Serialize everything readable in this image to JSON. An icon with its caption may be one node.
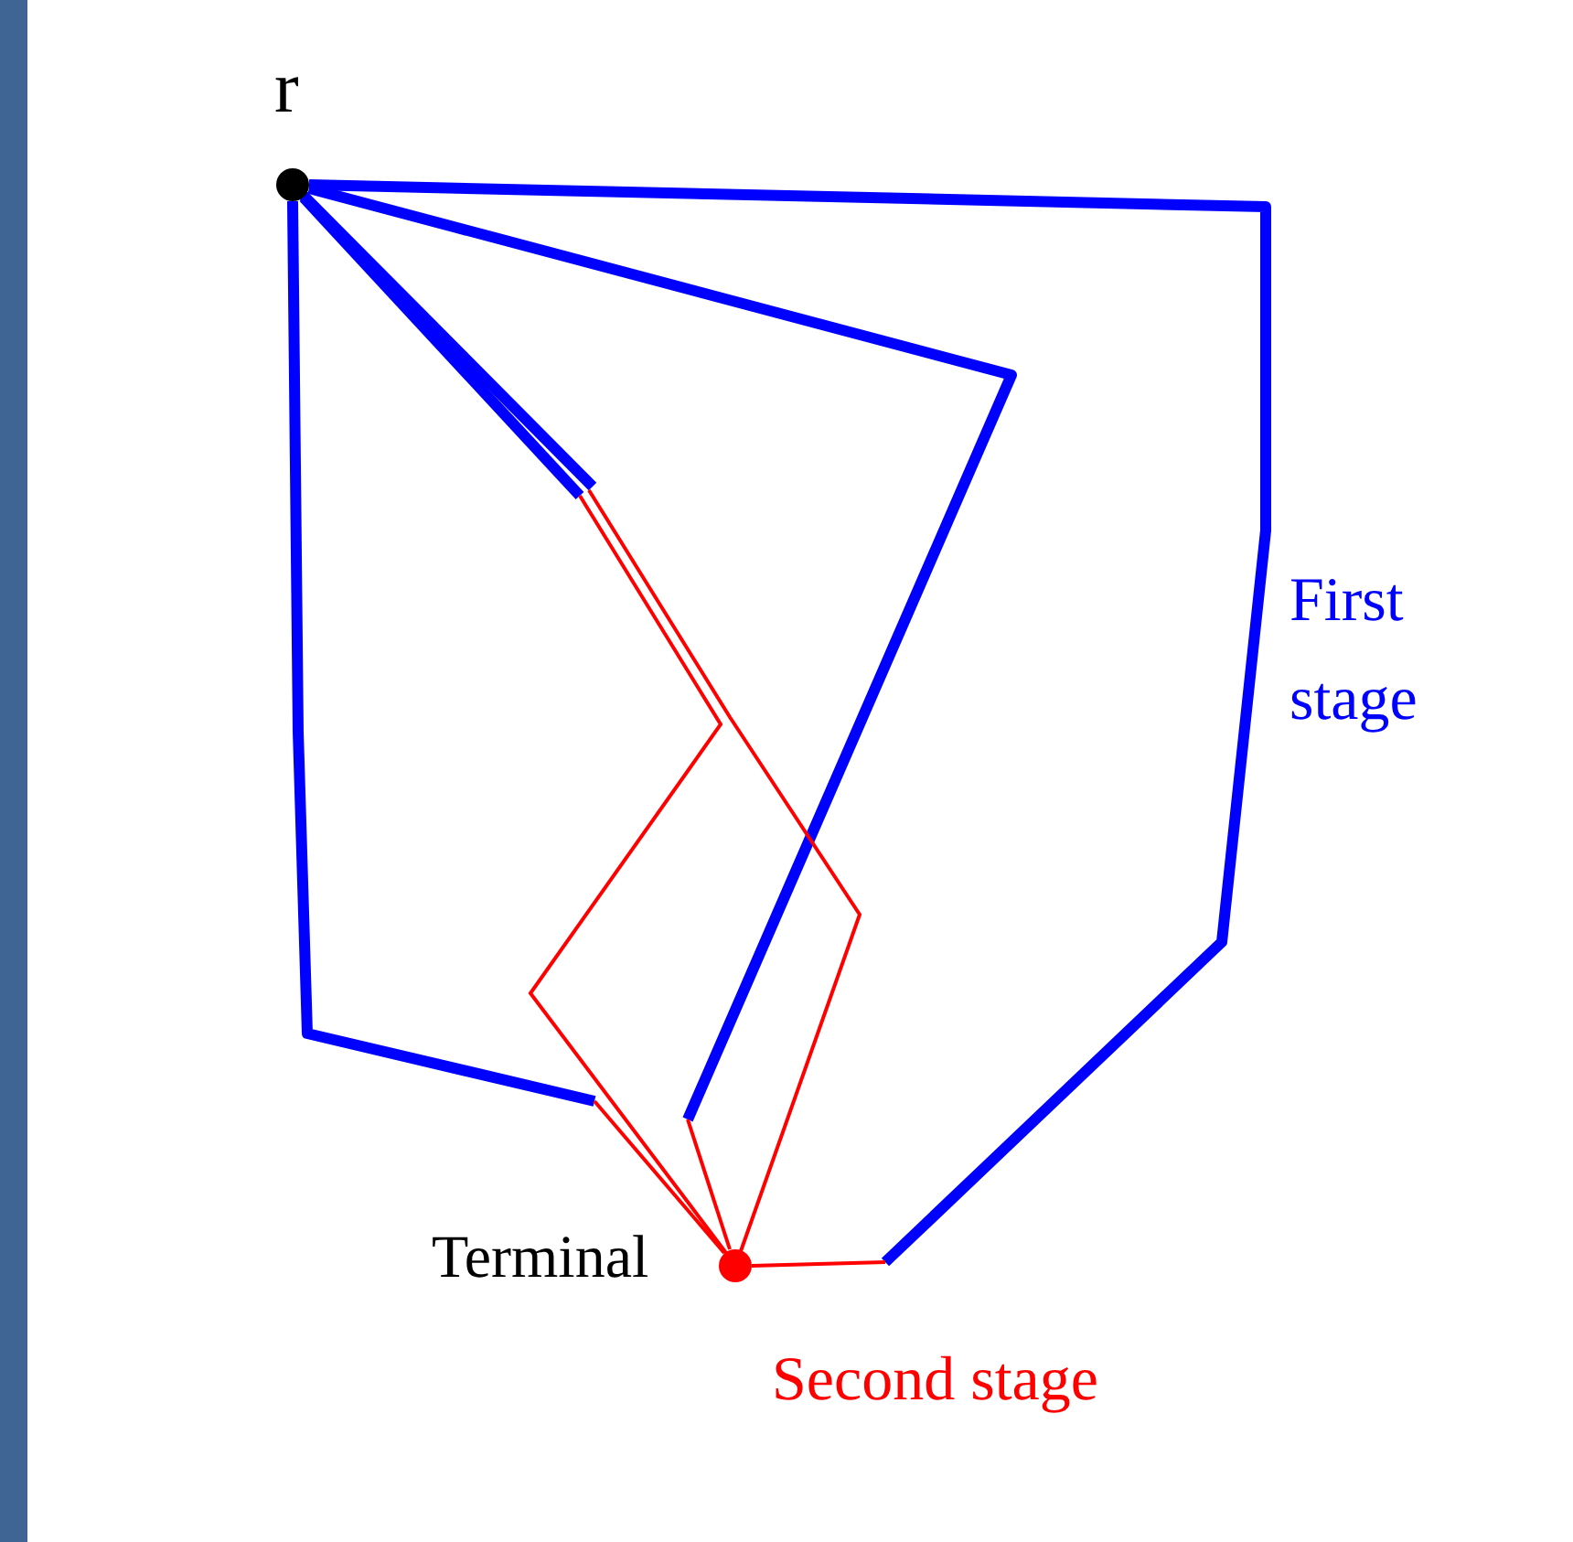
{
  "diagram": {
    "nodes": [
      {
        "text": [
          "r"
        ]
      },
      {
        "text": [
          "Terminal"
        ]
      }
    ],
    "edges": [
      {
        "from": 0,
        "to": 1,
        "arrow": "none"
      },
      {
        "from": 0,
        "to": 1,
        "arrow": "none"
      },
      {
        "from": 0,
        "to": 1,
        "arrow": "none",
        "color": "#ff0000"
      },
      {
        "from": 0,
        "to": 1,
        "arrow": "none",
        "color": "#ff0000"
      },
      {
        "from": 0,
        "to": 1,
        "arrow": "none"
      }
    ],
    "labels": [
      "First stage",
      "Second stage"
    ]
  }
}
